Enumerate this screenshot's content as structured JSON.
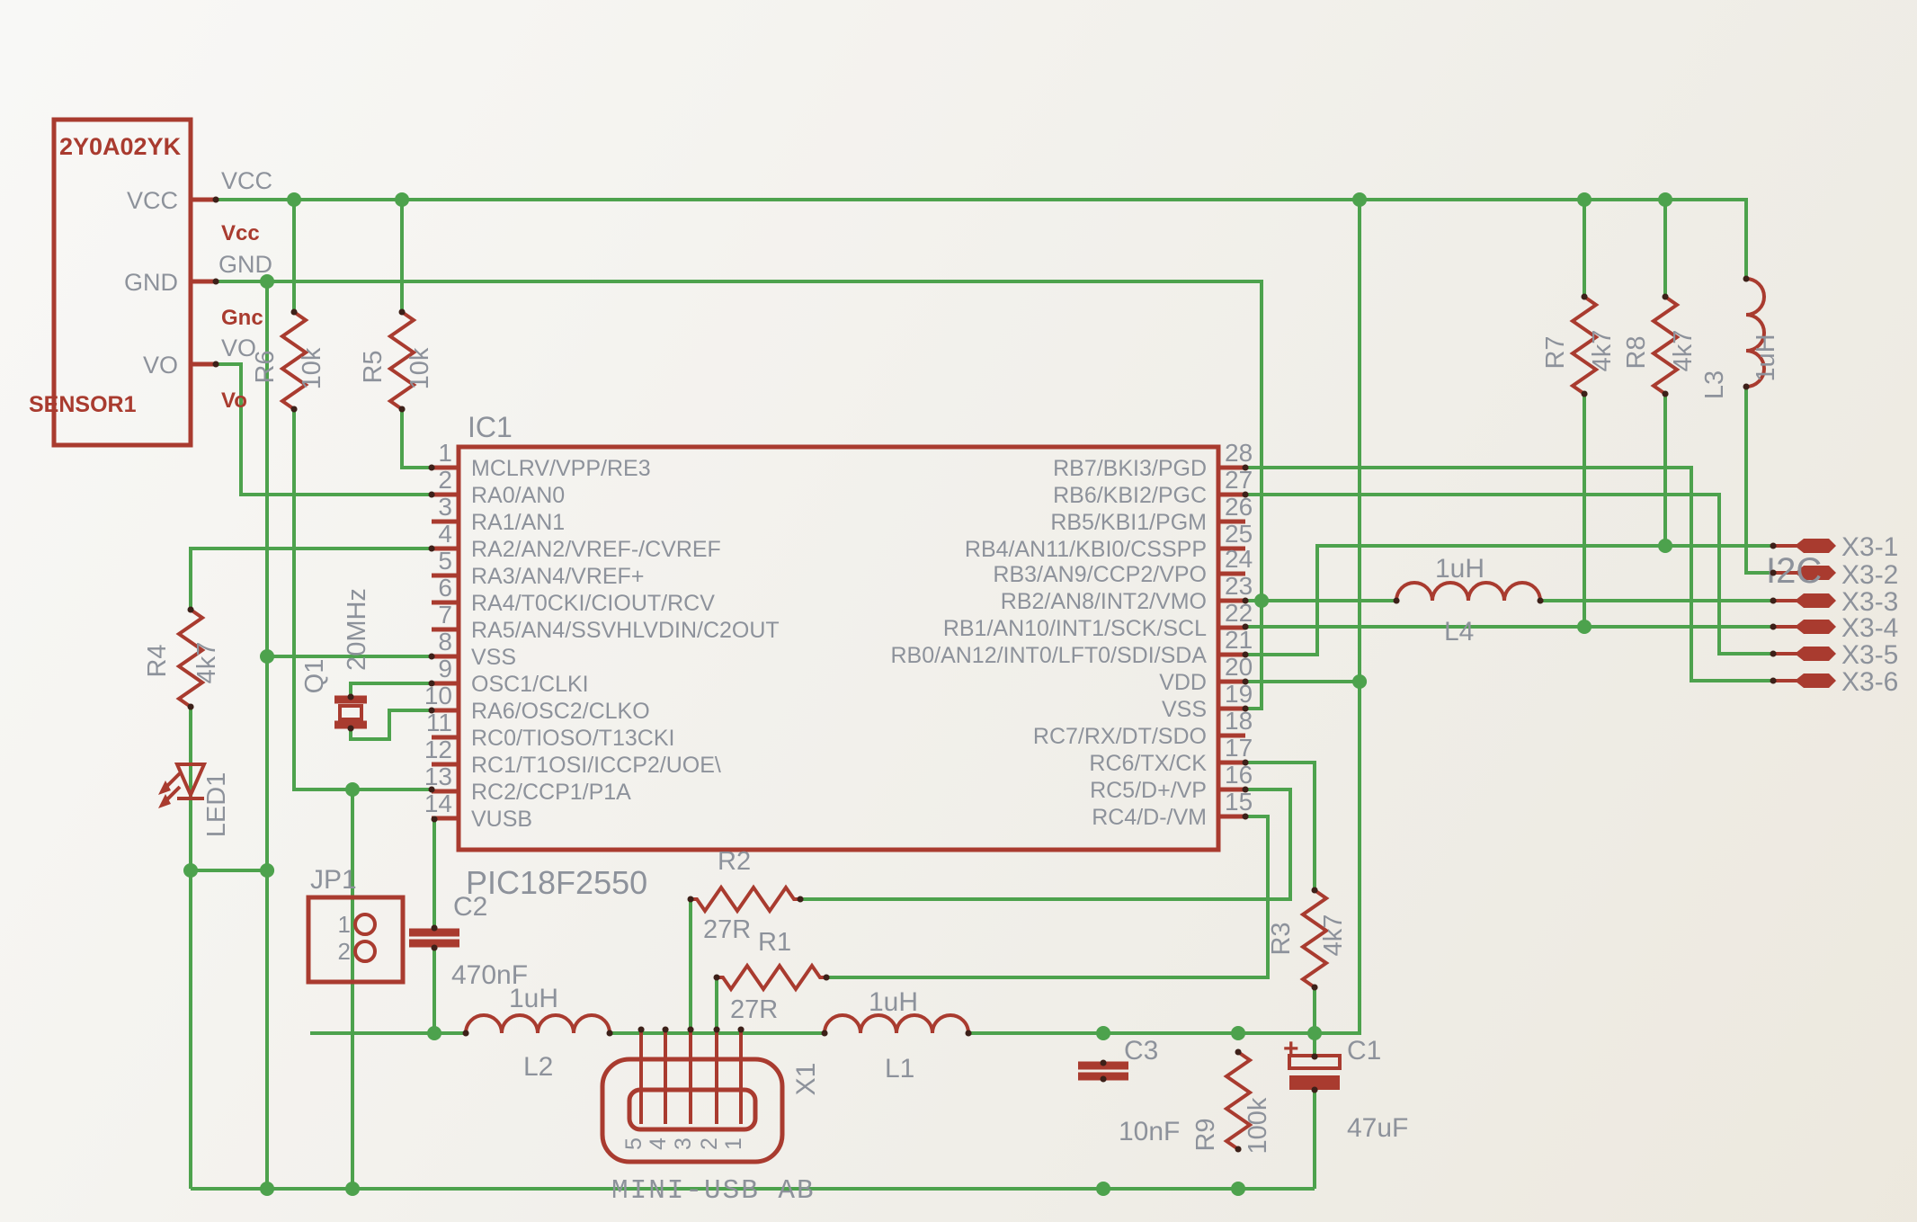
{
  "sensor": {
    "part": "2Y0A02YK",
    "refdes": "SENSOR1",
    "pin_vcc": "VCC",
    "pin_gnd": "GND",
    "pin_vo": "VO",
    "net_vcc_gray": "VCC",
    "net_vcc_red": "Vcc",
    "net_gnd_gray": "GND",
    "net_gnd_red": "Gnc",
    "net_vo_gray": "VO",
    "net_vo_red": "Vo"
  },
  "ic1": {
    "refdes": "IC1",
    "part": "PIC18F2550",
    "left_pins": [
      {
        "num": "1",
        "name": "MCLRV/VPP/RE3"
      },
      {
        "num": "2",
        "name": "RA0/AN0"
      },
      {
        "num": "3",
        "name": "RA1/AN1"
      },
      {
        "num": "4",
        "name": "RA2/AN2/VREF-/CVREF"
      },
      {
        "num": "5",
        "name": "RA3/AN4/VREF+"
      },
      {
        "num": "6",
        "name": "RA4/T0CKI/CIOUT/RCV"
      },
      {
        "num": "7",
        "name": "RA5/AN4/SSVHLVDIN/C2OUT"
      },
      {
        "num": "8",
        "name": "VSS"
      },
      {
        "num": "9",
        "name": "OSC1/CLKI"
      },
      {
        "num": "10",
        "name": "RA6/OSC2/CLKO"
      },
      {
        "num": "11",
        "name": "RC0/TIOSO/T13CKI"
      },
      {
        "num": "12",
        "name": "RC1/T1OSI/ICCP2/UOE\\"
      },
      {
        "num": "13",
        "name": "RC2/CCP1/P1A"
      },
      {
        "num": "14",
        "name": "VUSB"
      }
    ],
    "right_pins": [
      {
        "num": "28",
        "name": "RB7/BKI3/PGD"
      },
      {
        "num": "27",
        "name": "RB6/KBI2/PGC"
      },
      {
        "num": "26",
        "name": "RB5/KBI1/PGM"
      },
      {
        "num": "25",
        "name": "RB4/AN11/KBI0/CSSPP"
      },
      {
        "num": "24",
        "name": "RB3/AN9/CCP2/VPO"
      },
      {
        "num": "23",
        "name": "RB2/AN8/INT2/VMO"
      },
      {
        "num": "22",
        "name": "RB1/AN10/INT1/SCK/SCL"
      },
      {
        "num": "21",
        "name": "RB0/AN12/INT0/LFT0/SDI/SDA"
      },
      {
        "num": "20",
        "name": "VDD"
      },
      {
        "num": "19",
        "name": "VSS"
      },
      {
        "num": "18",
        "name": "RC7/RX/DT/SDO"
      },
      {
        "num": "17",
        "name": "RC6/TX/CK"
      },
      {
        "num": "16",
        "name": "RC5/D+/VP"
      },
      {
        "num": "15",
        "name": "RC4/D-/VM"
      }
    ]
  },
  "parts": {
    "r1": {
      "ref": "R1",
      "val": "27R"
    },
    "r2": {
      "ref": "R2",
      "val": "27R"
    },
    "r3": {
      "ref": "R3",
      "val": "4k7"
    },
    "r4": {
      "ref": "R4",
      "val": "4k7"
    },
    "r5": {
      "ref": "R5",
      "val": "10k"
    },
    "r6": {
      "ref": "R6",
      "val": "10k"
    },
    "r7": {
      "ref": "R7",
      "val": "4k7"
    },
    "r8": {
      "ref": "R8",
      "val": "4k7"
    },
    "r9": {
      "ref": "R9",
      "val": "100k"
    },
    "c1": {
      "ref": "C1",
      "val": "47uF",
      "plus": "+"
    },
    "c2": {
      "ref": "C2",
      "val": "470nF"
    },
    "c3": {
      "ref": "C3",
      "val": "10nF"
    },
    "l1": {
      "ref": "L1",
      "val": "1uH"
    },
    "l2": {
      "ref": "L2",
      "val": "1uH"
    },
    "l3": {
      "ref": "L3",
      "val": "1uH"
    },
    "l4": {
      "ref": "L4",
      "val": "1uH"
    },
    "q1": {
      "ref": "Q1",
      "val": "20MHz"
    },
    "led1": {
      "ref": "LED1"
    },
    "jp1": {
      "ref": "JP1",
      "pin1": "1",
      "pin2": "2"
    },
    "x1": {
      "ref": "X1",
      "type": "MINI-USB AB",
      "p5": "5",
      "p4": "4",
      "p3": "3",
      "p2": "2",
      "p1": "1"
    }
  },
  "x3": {
    "bus": "I2C",
    "pins": [
      "X3-1",
      "X3-2",
      "X3-3",
      "X3-4",
      "X3-5",
      "X3-6"
    ]
  }
}
